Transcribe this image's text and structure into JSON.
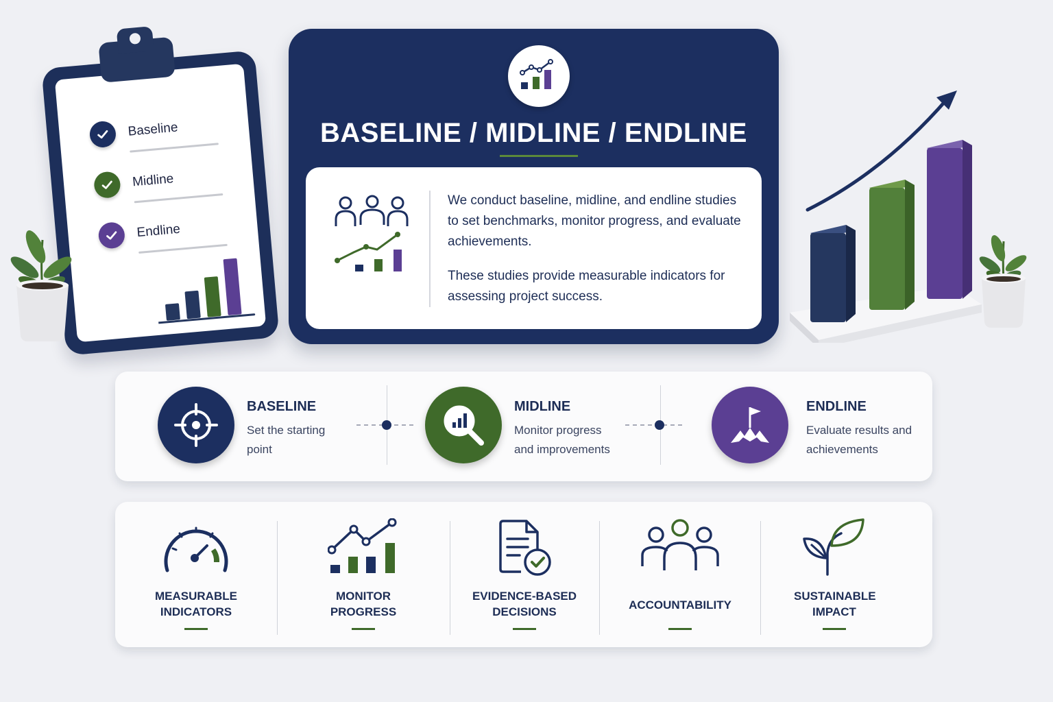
{
  "clipboard": {
    "items": [
      {
        "label": "Baseline",
        "color": "#1c2f60"
      },
      {
        "label": "Midline",
        "color": "#3f6a2a"
      },
      {
        "label": "Endline",
        "color": "#5b3f93"
      }
    ]
  },
  "main": {
    "title": "BASELINE / MIDLINE / ENDLINE",
    "paragraph_1": "We conduct baseline, midline, and endline studies to set benchmarks, monitor progress, and evaluate achievements.",
    "paragraph_2": "These studies provide measurable indicators for assessing project success."
  },
  "phases": [
    {
      "title": "BASELINE",
      "description": "Set the starting point",
      "icon": "target-crosshair-icon",
      "color": "#1c2f60"
    },
    {
      "title": "MIDLINE",
      "description": "Monitor progress and improvements",
      "icon": "magnifier-chart-icon",
      "color": "#3f6a2a"
    },
    {
      "title": "ENDLINE",
      "description": "Evaluate results and achievements",
      "icon": "flag-summit-icon",
      "color": "#5b3f93"
    }
  ],
  "benefits": [
    {
      "label": "MEASURABLE INDICATORS",
      "icon": "gauge-icon"
    },
    {
      "label": "MONITOR PROGRESS",
      "icon": "line-bar-chart-icon"
    },
    {
      "label": "EVIDENCE-BASED DECISIONS",
      "icon": "document-check-icon"
    },
    {
      "label": "ACCOUNTABILITY",
      "icon": "team-icon"
    },
    {
      "label": "SUSTAINABLE IMPACT",
      "icon": "sprout-icon"
    }
  ],
  "colors": {
    "navy": "#1c2f60",
    "green": "#3f6a2a",
    "purple": "#5b3f93",
    "background": "#eff0f4"
  }
}
